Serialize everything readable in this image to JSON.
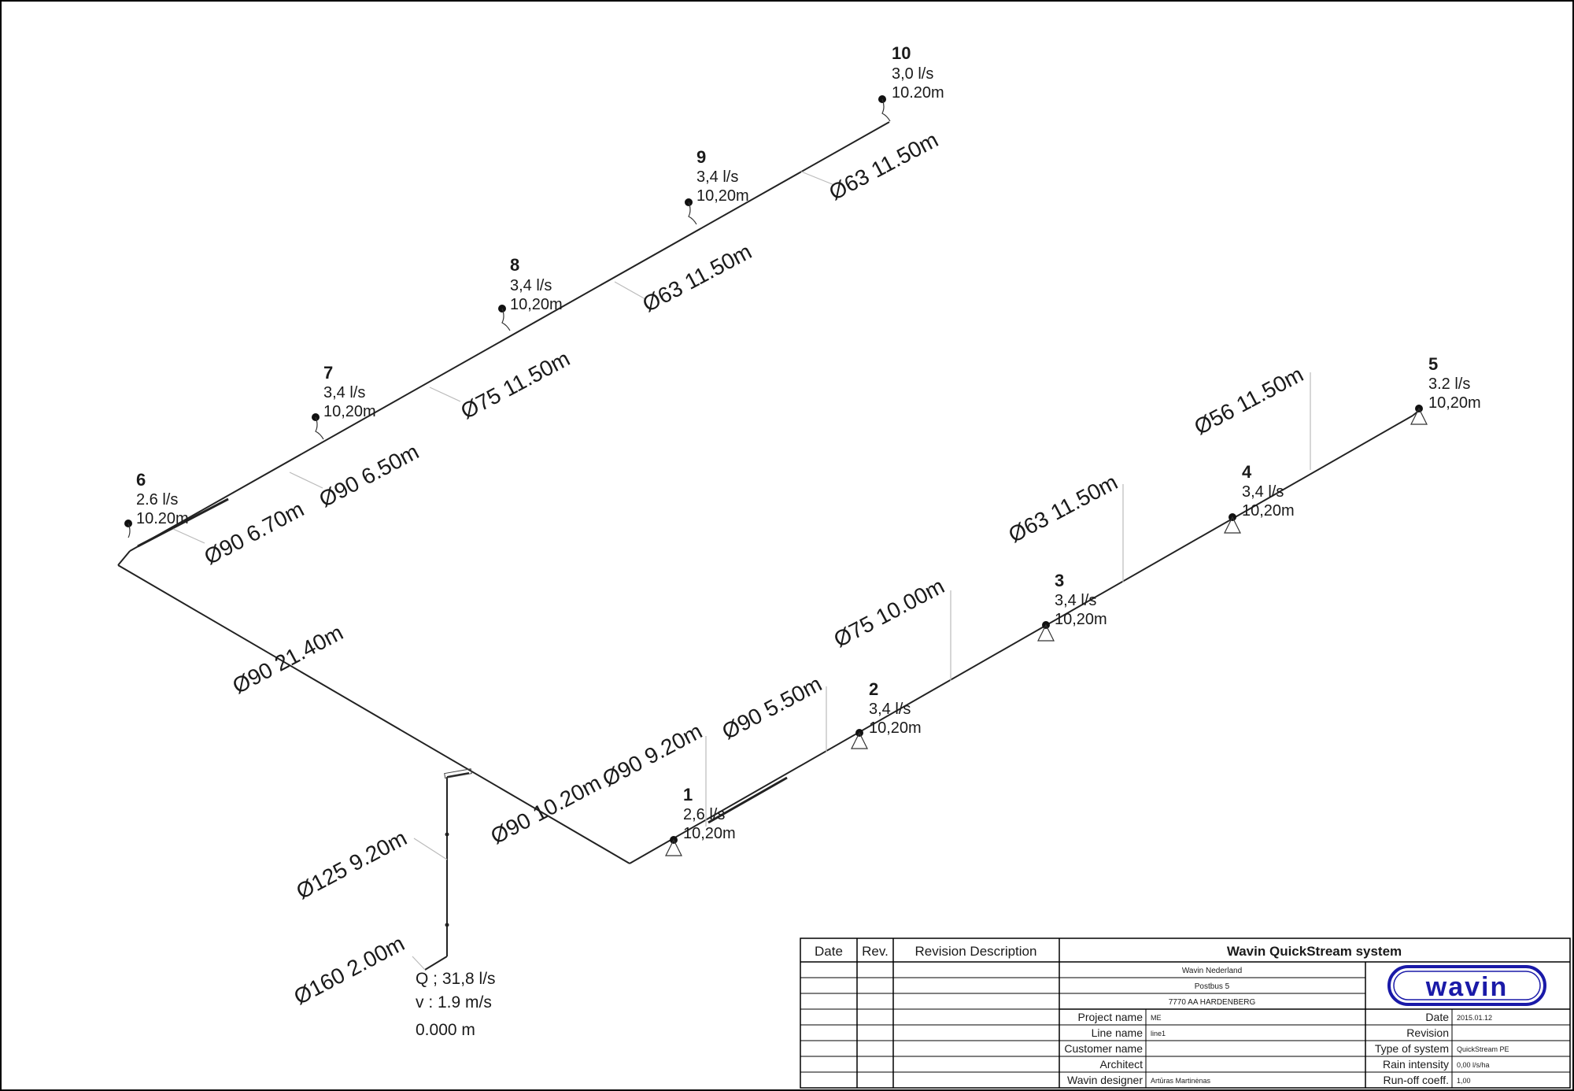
{
  "segments": [
    {
      "label": "Ø63 11.50m"
    },
    {
      "label": "Ø63 11.50m"
    },
    {
      "label": "Ø75 11.50m"
    },
    {
      "label": "Ø90 6.50m"
    },
    {
      "label": "Ø90 6.70m"
    },
    {
      "label": "Ø90 21.40m"
    },
    {
      "label": "Ø90 10.20m"
    },
    {
      "label": "Ø90 9.20m"
    },
    {
      "label": "Ø90 5.50m"
    },
    {
      "label": "Ø75 10.00m"
    },
    {
      "label": "Ø63 11.50m"
    },
    {
      "label": "Ø56 11.50m"
    },
    {
      "label": "Ø125 9.20m"
    },
    {
      "label": "Ø160 2.00m"
    }
  ],
  "nodes": [
    {
      "id": "1",
      "flow": "2,6 l/s",
      "height": "10,20m"
    },
    {
      "id": "2",
      "flow": "3,4 l/s",
      "height": "10,20m"
    },
    {
      "id": "3",
      "flow": "3,4 l/s",
      "height": "10,20m"
    },
    {
      "id": "4",
      "flow": "3,4 l/s",
      "height": "10,20m"
    },
    {
      "id": "5",
      "flow": "3.2 l/s",
      "height": "10,20m"
    },
    {
      "id": "6",
      "flow": "2.6 l/s",
      "height": "10.20m"
    },
    {
      "id": "7",
      "flow": "3,4 l/s",
      "height": "10,20m"
    },
    {
      "id": "8",
      "flow": "3,4 l/s",
      "height": "10,20m"
    },
    {
      "id": "9",
      "flow": "3,4 l/s",
      "height": "10,20m"
    },
    {
      "id": "10",
      "flow": "3,0 l/s",
      "height": "10.20m"
    }
  ],
  "outlet": {
    "flow": "Q ; 31,8 l/s",
    "velocity": "v : 1.9 m/s",
    "level": "0.000 m"
  },
  "title_block": {
    "header": {
      "date": "Date",
      "rev": "Rev.",
      "revision_description": "Revision Description"
    },
    "system_title": "Wavin QuickStream system",
    "company": [
      "Wavin Nederland",
      "Postbus 5",
      "7770 AA  HARDENBERG"
    ],
    "logo_text": "wavin",
    "left_fields": [
      {
        "label": "Project name",
        "value": "ME"
      },
      {
        "label": "Line name",
        "value": "line1"
      },
      {
        "label": "Customer name",
        "value": ""
      },
      {
        "label": "Architect",
        "value": ""
      },
      {
        "label": "Wavin designer",
        "value": "Artūras Martinėnas"
      }
    ],
    "right_fields": [
      {
        "label": "Date",
        "value": "2015.01.12"
      },
      {
        "label": "Revision",
        "value": ""
      },
      {
        "label": "Type of system",
        "value": "QuickStream PE"
      },
      {
        "label": "Rain intensity",
        "value": "0,00 l/s/ha"
      },
      {
        "label": "Run-off coeff.",
        "value": "1,00"
      }
    ]
  }
}
